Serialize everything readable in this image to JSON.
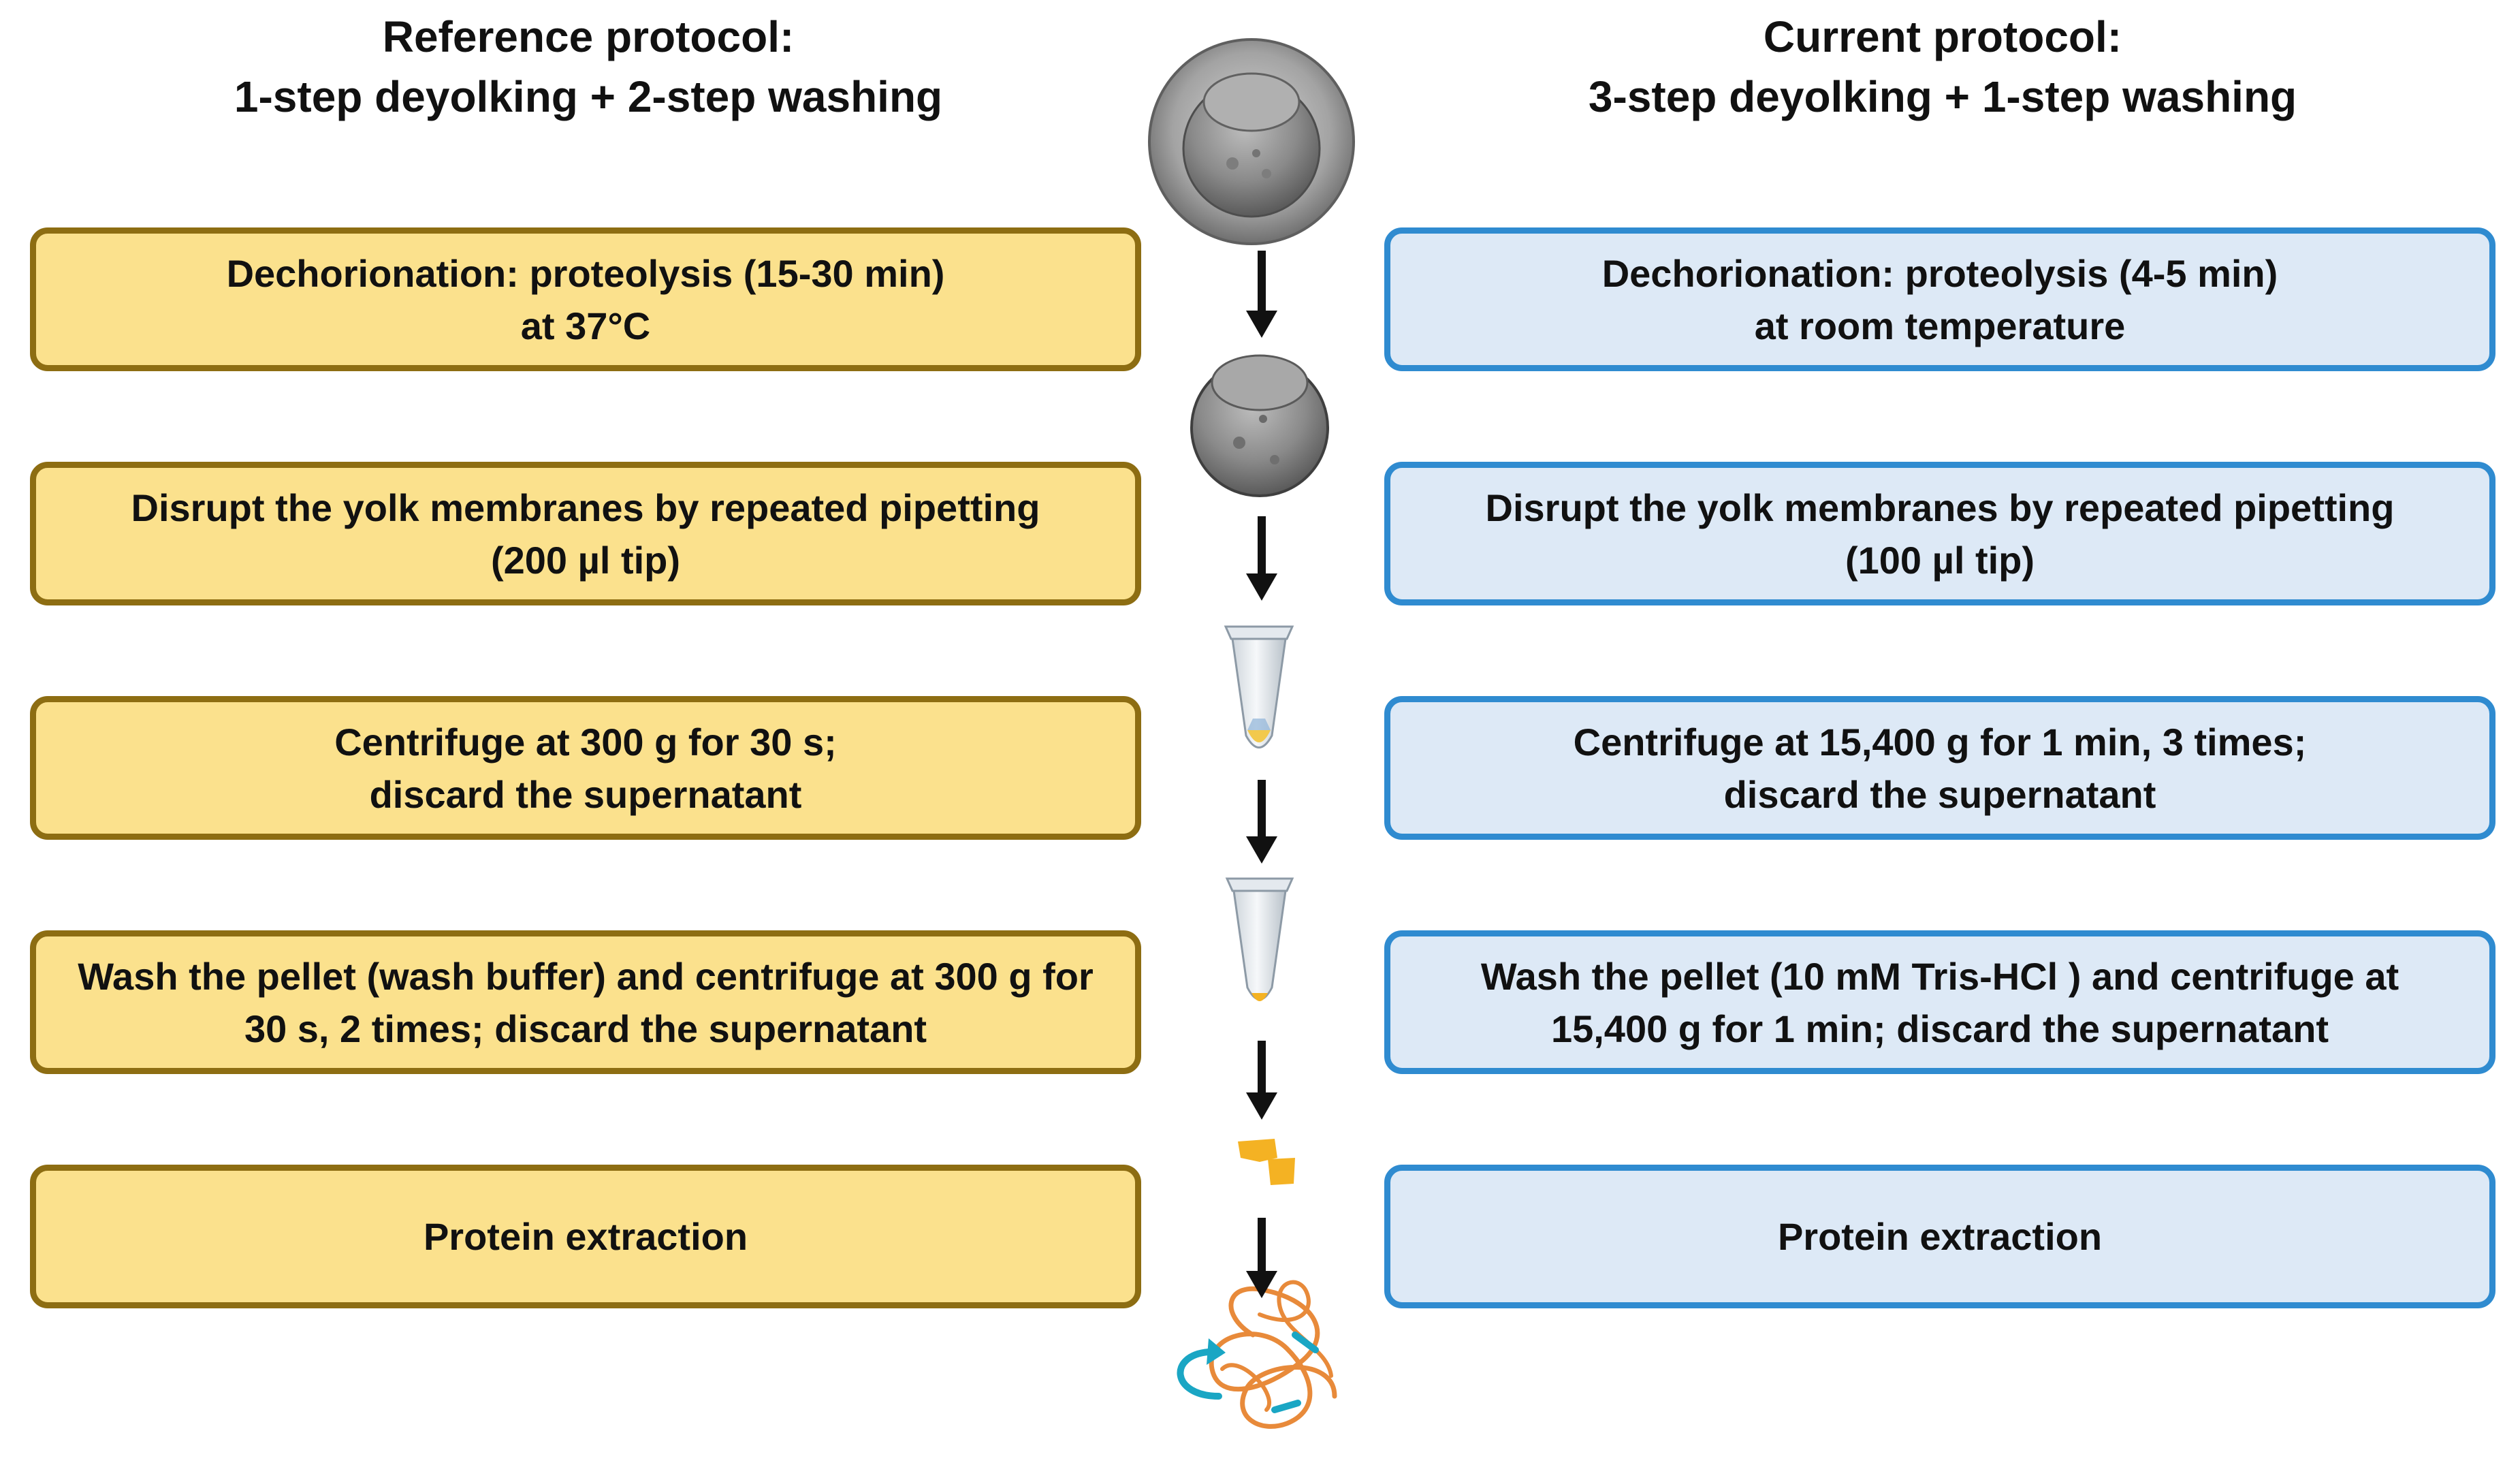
{
  "colors": {
    "reference_fill": "#fbe18d",
    "reference_border": "#8d6d12",
    "current_fill": "#dde9f6",
    "current_border": "#2f8bd0",
    "arrow": "#111111",
    "pellet": "#f4b223",
    "protein_strand": "#e88a3a",
    "protein_accent": "#1aa6c4"
  },
  "reference": {
    "heading": [
      "Reference protocol:",
      "1-step deyolking + 2-step washing"
    ],
    "steps": [
      [
        "Dechorionation: proteolysis (15-30 min)",
        "at 37°C"
      ],
      [
        "Disrupt the yolk membranes by repeated pipetting",
        "(200 µl tip)"
      ],
      [
        "Centrifuge at 300 g for 30 s;",
        "discard the supernatant"
      ],
      [
        "Wash the pellet (wash buffer) and centrifuge  at 300 g for",
        "30 s, 2 times; discard the supernatant"
      ],
      [
        "Protein extraction"
      ]
    ]
  },
  "current": {
    "heading": [
      "Current protocol:",
      "3-step deyolking + 1-step washing"
    ],
    "steps": [
      [
        "Dechorionation: proteolysis (4-5 min)",
        "at room temperature"
      ],
      [
        "Disrupt the yolk membranes by repeated pipetting",
        "(100 µl tip)"
      ],
      [
        "Centrifuge at 15,400 g for 1 min, 3 times;",
        "discard the supernatant"
      ],
      [
        "Wash the pellet (10 mM  Tris-HCl ) and centrifuge  at",
        "15,400 g for 1 min; discard the supernatant"
      ],
      [
        "Protein extraction"
      ]
    ]
  },
  "center_icons": [
    "embryo-with-chorion-icon",
    "dechorionated-embryo-icon",
    "tube-with-yolk-icon",
    "tube-with-pellet-icon",
    "pellet-fragments-icon",
    "protein-structure-icon"
  ]
}
